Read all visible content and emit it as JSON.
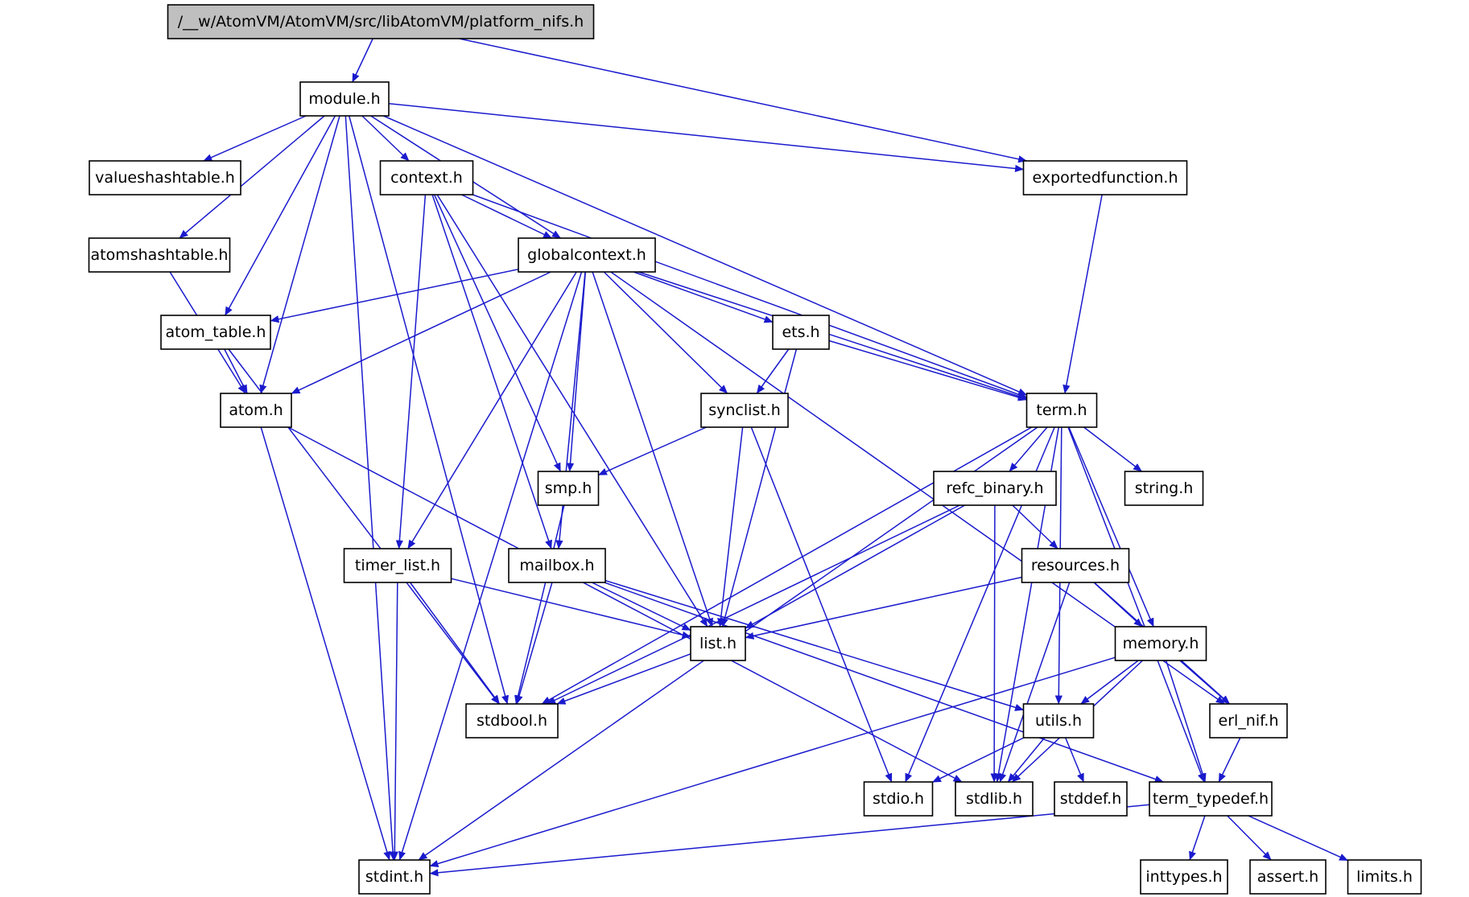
{
  "graph": {
    "colors": {
      "edge": "#1a1acd",
      "node_fill": "#ffffff",
      "root_fill": "#bfbfbf",
      "node_stroke": "#000000"
    },
    "nodes": [
      {
        "id": "root",
        "label": "/__w/AtomVM/AtomVM/src/libAtomVM/platform_nifs.h",
        "highlight": true
      },
      {
        "id": "module",
        "label": "module.h"
      },
      {
        "id": "exportedfunction",
        "label": "exportedfunction.h"
      },
      {
        "id": "valueshashtable",
        "label": "valueshashtable.h"
      },
      {
        "id": "context",
        "label": "context.h"
      },
      {
        "id": "atomshashtable",
        "label": "atomshashtable.h"
      },
      {
        "id": "globalcontext",
        "label": "globalcontext.h"
      },
      {
        "id": "atom_table",
        "label": "atom_table.h"
      },
      {
        "id": "ets",
        "label": "ets.h"
      },
      {
        "id": "atom",
        "label": "atom.h"
      },
      {
        "id": "synclist",
        "label": "synclist.h"
      },
      {
        "id": "term",
        "label": "term.h"
      },
      {
        "id": "smp",
        "label": "smp.h"
      },
      {
        "id": "refc_binary",
        "label": "refc_binary.h"
      },
      {
        "id": "string",
        "label": "string.h"
      },
      {
        "id": "timer_list",
        "label": "timer_list.h"
      },
      {
        "id": "mailbox",
        "label": "mailbox.h"
      },
      {
        "id": "resources",
        "label": "resources.h"
      },
      {
        "id": "list",
        "label": "list.h"
      },
      {
        "id": "memory",
        "label": "memory.h"
      },
      {
        "id": "stdbool",
        "label": "stdbool.h"
      },
      {
        "id": "utils",
        "label": "utils.h"
      },
      {
        "id": "erl_nif",
        "label": "erl_nif.h"
      },
      {
        "id": "stdio",
        "label": "stdio.h"
      },
      {
        "id": "stdlib",
        "label": "stdlib.h"
      },
      {
        "id": "stddef",
        "label": "stddef.h"
      },
      {
        "id": "term_typedef",
        "label": "term_typedef.h"
      },
      {
        "id": "stdint",
        "label": "stdint.h"
      },
      {
        "id": "inttypes",
        "label": "inttypes.h"
      },
      {
        "id": "assert",
        "label": "assert.h"
      },
      {
        "id": "limits",
        "label": "limits.h"
      }
    ],
    "edges": [
      [
        "root",
        "module"
      ],
      [
        "root",
        "exportedfunction"
      ],
      [
        "module",
        "valueshashtable"
      ],
      [
        "module",
        "context"
      ],
      [
        "module",
        "atomshashtable"
      ],
      [
        "module",
        "globalcontext"
      ],
      [
        "module",
        "atom_table"
      ],
      [
        "module",
        "atom"
      ],
      [
        "module",
        "term"
      ],
      [
        "module",
        "exportedfunction"
      ],
      [
        "module",
        "stdbool"
      ],
      [
        "module",
        "stdint"
      ],
      [
        "exportedfunction",
        "term"
      ],
      [
        "context",
        "globalcontext"
      ],
      [
        "context",
        "term"
      ],
      [
        "context",
        "smp"
      ],
      [
        "context",
        "mailbox"
      ],
      [
        "context",
        "list"
      ],
      [
        "context",
        "timer_list"
      ],
      [
        "atomshashtable",
        "atom"
      ],
      [
        "globalcontext",
        "atom_table"
      ],
      [
        "globalcontext",
        "atom"
      ],
      [
        "globalcontext",
        "ets"
      ],
      [
        "globalcontext",
        "synclist"
      ],
      [
        "globalcontext",
        "term"
      ],
      [
        "globalcontext",
        "smp"
      ],
      [
        "globalcontext",
        "timer_list"
      ],
      [
        "globalcontext",
        "mailbox"
      ],
      [
        "globalcontext",
        "list"
      ],
      [
        "globalcontext",
        "erl_nif"
      ],
      [
        "globalcontext",
        "stdint"
      ],
      [
        "atom_table",
        "atom"
      ],
      [
        "atom_table",
        "stdbool"
      ],
      [
        "ets",
        "synclist"
      ],
      [
        "ets",
        "term"
      ],
      [
        "ets",
        "list"
      ],
      [
        "atom",
        "stdint"
      ],
      [
        "atom",
        "stdlib"
      ],
      [
        "synclist",
        "smp"
      ],
      [
        "synclist",
        "list"
      ],
      [
        "synclist",
        "stdio"
      ],
      [
        "term",
        "refc_binary"
      ],
      [
        "term",
        "string"
      ],
      [
        "term",
        "memory"
      ],
      [
        "term",
        "utils"
      ],
      [
        "term",
        "stdbool"
      ],
      [
        "term",
        "stdio"
      ],
      [
        "term",
        "stdlib"
      ],
      [
        "term",
        "term_typedef"
      ],
      [
        "term",
        "stdint"
      ],
      [
        "smp",
        "stdbool"
      ],
      [
        "refc_binary",
        "resources"
      ],
      [
        "refc_binary",
        "list"
      ],
      [
        "refc_binary",
        "stdbool"
      ],
      [
        "refc_binary",
        "stdlib"
      ],
      [
        "timer_list",
        "list"
      ],
      [
        "timer_list",
        "stdbool"
      ],
      [
        "timer_list",
        "stdint"
      ],
      [
        "mailbox",
        "list"
      ],
      [
        "mailbox",
        "stdbool"
      ],
      [
        "mailbox",
        "utils"
      ],
      [
        "mailbox",
        "term_typedef"
      ],
      [
        "resources",
        "list"
      ],
      [
        "resources",
        "memory"
      ],
      [
        "resources",
        "erl_nif"
      ],
      [
        "resources",
        "stdlib"
      ],
      [
        "list",
        "stdbool"
      ],
      [
        "memory",
        "utils"
      ],
      [
        "memory",
        "erl_nif"
      ],
      [
        "memory",
        "term_typedef"
      ],
      [
        "memory",
        "stdlib"
      ],
      [
        "memory",
        "stdint"
      ],
      [
        "utils",
        "stdio"
      ],
      [
        "utils",
        "stdlib"
      ],
      [
        "utils",
        "stddef"
      ],
      [
        "erl_nif",
        "term_typedef"
      ],
      [
        "term_typedef",
        "stdint"
      ],
      [
        "term_typedef",
        "inttypes"
      ],
      [
        "term_typedef",
        "assert"
      ],
      [
        "term_typedef",
        "limits"
      ]
    ]
  }
}
